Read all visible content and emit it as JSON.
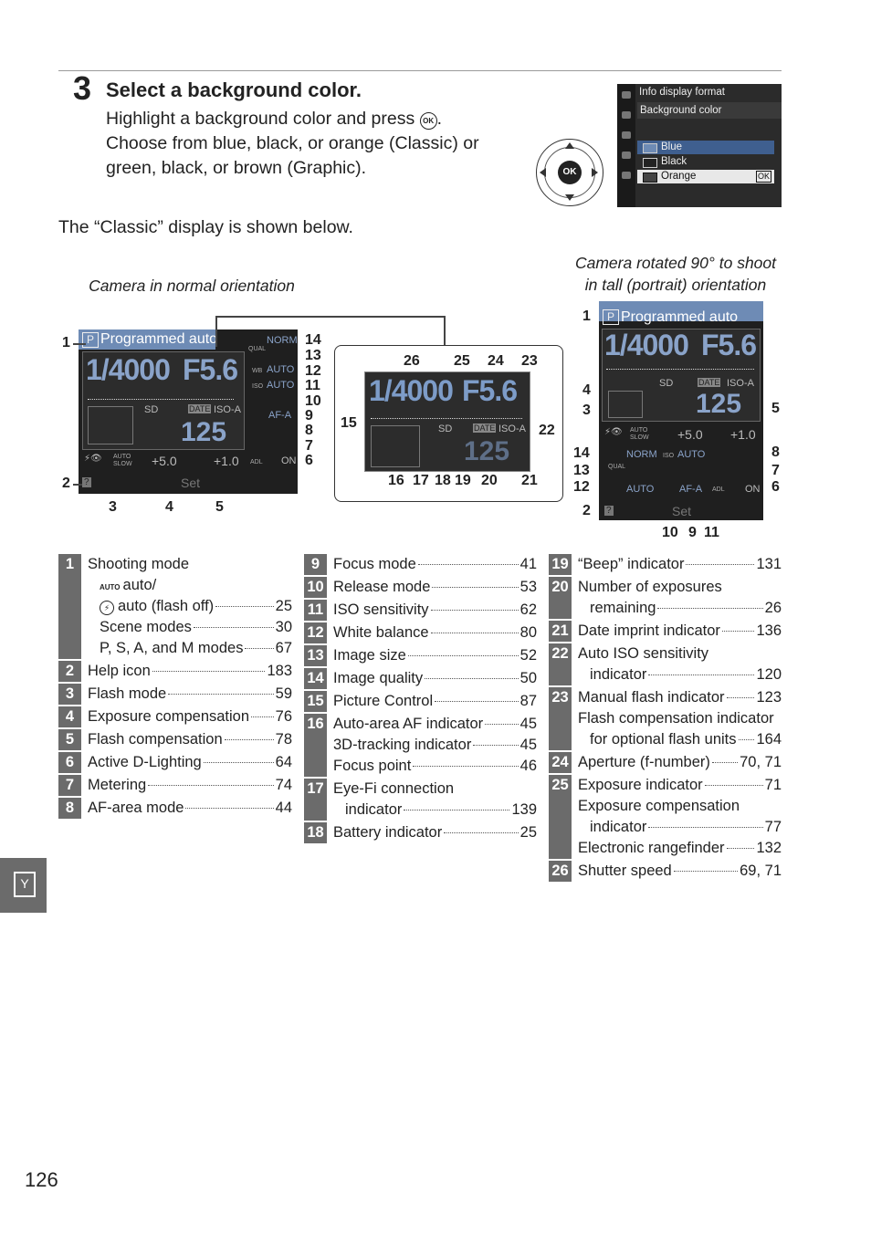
{
  "step": {
    "number": "3",
    "title": "Select a background color.",
    "line1_pre": "Highlight a background color and press",
    "ok_symbol": "OK",
    "line1_post": ".",
    "line2": "Choose from blue, black, or orange (Classic) or",
    "line3": "green, black, or brown (Graphic)."
  },
  "selector": {
    "ok_label": "OK"
  },
  "menu": {
    "title": "Info display format",
    "subtitle": "Background color",
    "options": [
      "Blue",
      "Black",
      "Orange"
    ],
    "ok_badge": "OK"
  },
  "classic_note": "The “Classic” display is shown below.",
  "captions": {
    "normal": "Camera in normal orientation",
    "tall_line1": "Camera rotated 90° to shoot",
    "tall_line2": "in tall (portrait) orientation"
  },
  "lcd": {
    "mode_letter": "P",
    "mode_text": "Programmed auto",
    "shutter": "1/4000",
    "aperture": "F5.6",
    "exposures": "125",
    "exp_comp": "+5.0",
    "flash_comp": "+1.0",
    "auto_label": "AUTO",
    "slow_label": "SLOW",
    "iso_a": "ISO-A",
    "date_label": "DATE",
    "sd_label": "SD",
    "qual_norm": "NORM",
    "iso_auto": "AUTO",
    "wb_auto": "AUTO",
    "af_a": "AF-A",
    "on_label": "ON",
    "set_label": "Set",
    "help": "?",
    "qual_small": "QUAL",
    "wb_small": "WB",
    "iso_small": "ISO",
    "adl_small": "ADL"
  },
  "callouts_left": [
    "1",
    "2",
    "3",
    "4",
    "5",
    "6",
    "7",
    "8",
    "9",
    "10",
    "11",
    "12",
    "13",
    "14"
  ],
  "callouts_zoom": [
    "15",
    "16",
    "17",
    "18",
    "19",
    "20",
    "21",
    "22",
    "23",
    "24",
    "25",
    "26"
  ],
  "callouts_right": [
    "1",
    "2",
    "3",
    "4",
    "5",
    "6",
    "7",
    "8",
    "9",
    "10",
    "11",
    "12",
    "13",
    "14"
  ],
  "index": {
    "col1": [
      {
        "n": "1",
        "lines": [
          {
            "l": "Shooting mode",
            "p": ""
          },
          {
            "l": "auto/",
            "p": "",
            "indent": true,
            "icon": "AUTO"
          },
          {
            "l": "auto (flash off)",
            "p": "25",
            "indent": true,
            "icon": "flash-off"
          },
          {
            "l": "Scene modes",
            "p": "30",
            "indent": true
          },
          {
            "l": "P, S, A, and M modes",
            "p": "67",
            "indent": true
          }
        ]
      },
      {
        "n": "2",
        "lines": [
          {
            "l": "Help icon",
            "p": "183"
          }
        ]
      },
      {
        "n": "3",
        "lines": [
          {
            "l": "Flash mode",
            "p": "59"
          }
        ]
      },
      {
        "n": "4",
        "lines": [
          {
            "l": "Exposure compensation",
            "p": "76"
          }
        ]
      },
      {
        "n": "5",
        "lines": [
          {
            "l": "Flash compensation",
            "p": "78"
          }
        ]
      },
      {
        "n": "6",
        "lines": [
          {
            "l": "Active D-Lighting",
            "p": "64"
          }
        ]
      },
      {
        "n": "7",
        "lines": [
          {
            "l": "Metering",
            "p": "74"
          }
        ]
      },
      {
        "n": "8",
        "lines": [
          {
            "l": "AF-area mode",
            "p": "44"
          }
        ]
      }
    ],
    "col2": [
      {
        "n": "9",
        "lines": [
          {
            "l": "Focus mode",
            "p": "41"
          }
        ]
      },
      {
        "n": "10",
        "lines": [
          {
            "l": "Release mode",
            "p": "53"
          }
        ]
      },
      {
        "n": "11",
        "lines": [
          {
            "l": "ISO sensitivity",
            "p": "62"
          }
        ]
      },
      {
        "n": "12",
        "lines": [
          {
            "l": "White balance",
            "p": "80"
          }
        ]
      },
      {
        "n": "13",
        "lines": [
          {
            "l": "Image size",
            "p": "52"
          }
        ]
      },
      {
        "n": "14",
        "lines": [
          {
            "l": "Image quality",
            "p": "50"
          }
        ]
      },
      {
        "n": "15",
        "lines": [
          {
            "l": "Picture Control",
            "p": "87"
          }
        ]
      },
      {
        "n": "16",
        "lines": [
          {
            "l": "Auto-area AF indicator",
            "p": "45"
          },
          {
            "l": "3D-tracking indicator",
            "p": "45"
          },
          {
            "l": "Focus point",
            "p": "46"
          }
        ]
      },
      {
        "n": "17",
        "lines": [
          {
            "l": "Eye-Fi connection",
            "p": ""
          },
          {
            "l": "indicator",
            "p": "139",
            "indent": true
          }
        ]
      },
      {
        "n": "18",
        "lines": [
          {
            "l": "Battery indicator",
            "p": "25"
          }
        ]
      }
    ],
    "col3": [
      {
        "n": "19",
        "lines": [
          {
            "l": "“Beep” indicator",
            "p": "131"
          }
        ]
      },
      {
        "n": "20",
        "lines": [
          {
            "l": "Number of exposures",
            "p": ""
          },
          {
            "l": "remaining",
            "p": "26",
            "indent": true
          }
        ]
      },
      {
        "n": "21",
        "lines": [
          {
            "l": "Date imprint indicator",
            "p": "136"
          }
        ]
      },
      {
        "n": "22",
        "lines": [
          {
            "l": "Auto ISO sensitivity",
            "p": ""
          },
          {
            "l": "indicator",
            "p": "120",
            "indent": true
          }
        ]
      },
      {
        "n": "23",
        "lines": [
          {
            "l": "Manual flash indicator",
            "p": "123"
          },
          {
            "l": "Flash compensation indicator",
            "p": ""
          },
          {
            "l": "for optional flash units",
            "p": "164",
            "indent": true
          }
        ]
      },
      {
        "n": "24",
        "lines": [
          {
            "l": "Aperture (f-number)",
            "p": "70, 71"
          }
        ]
      },
      {
        "n": "25",
        "lines": [
          {
            "l": "Exposure indicator",
            "p": "71"
          },
          {
            "l": "Exposure compensation",
            "p": ""
          },
          {
            "l": "indicator",
            "p": "77",
            "indent": true
          },
          {
            "l": "Electronic rangefinder",
            "p": "132"
          }
        ]
      },
      {
        "n": "26",
        "lines": [
          {
            "l": "Shutter speed",
            "p": "69, 71"
          }
        ]
      }
    ]
  },
  "tab_icon": "wrench-icon",
  "page_number": "126"
}
